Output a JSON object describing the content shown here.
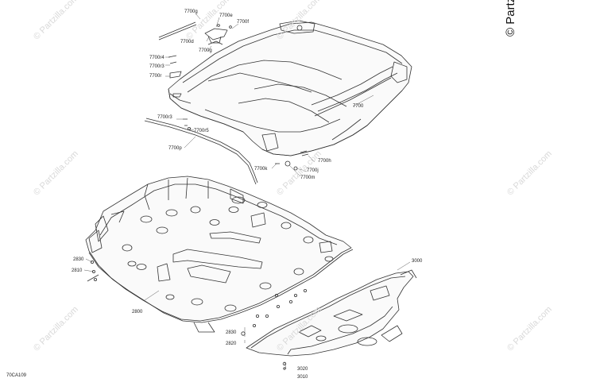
{
  "diagram": {
    "figure_code": "70CA109",
    "copyright": "© Partzilla.com",
    "watermark": "© Partzilla.com",
    "parts": {
      "p7700g_top": "7700g",
      "p7700e": "7700e",
      "p7700f": "7700f",
      "p7700d": "7700d",
      "p7700g_mid": "7700g",
      "p7700r4": "7700r4",
      "p7700r3_top": "7700r3",
      "p7700r": "7700r",
      "p7700r3_bot": "7700r3",
      "p7700r5": "7700r5",
      "p7700p": "7700p",
      "p7700": "7700",
      "p7700h": "7700h",
      "p7700k": "7700k",
      "p7700j": "7700j",
      "p7700m": "7700m",
      "p2830_left": "2830",
      "p2810": "2810",
      "p2800": "2800",
      "p2830_bot": "2830",
      "p2820": "2820",
      "p3000": "3000",
      "p3020": "3020",
      "p3010": "3010"
    }
  }
}
